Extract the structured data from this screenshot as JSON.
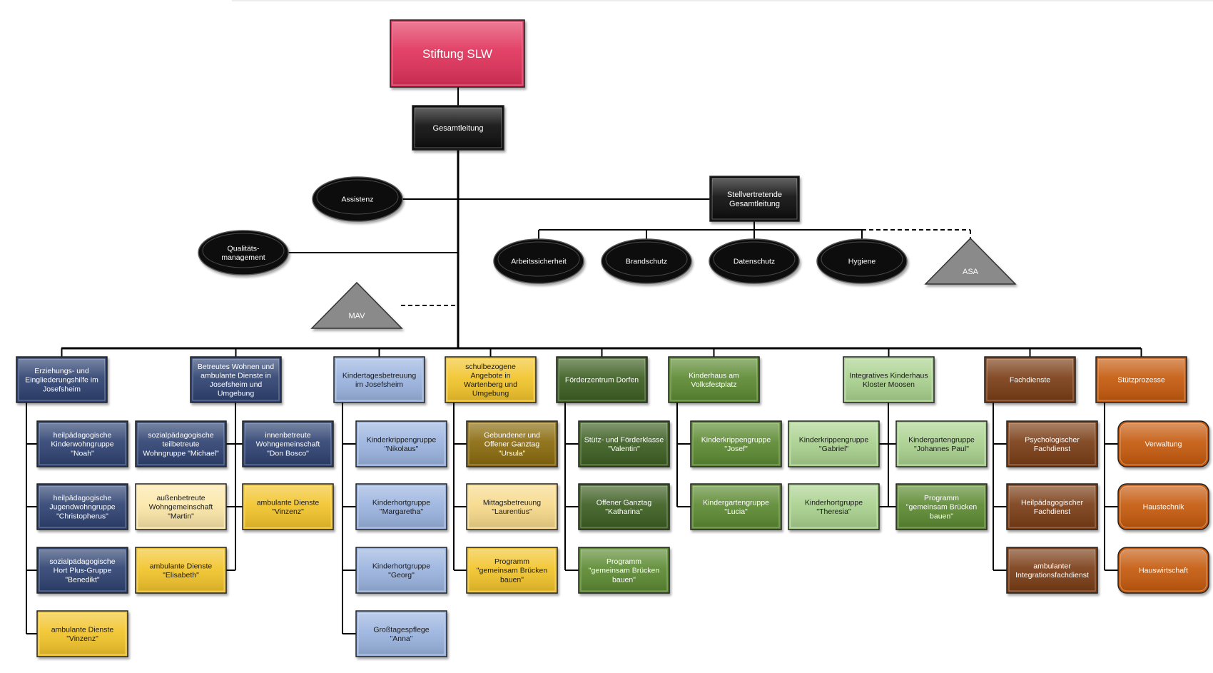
{
  "title": "Stiftung SLW",
  "colors": {
    "root": "#e0335a",
    "black": "#0a0a0a",
    "gray": "#8a8a8a",
    "navy": "#2e4371",
    "blue_light": "#9ab3df",
    "yellow": "#f2c42a",
    "olive": "#8a6a10",
    "yellow_light": "#f7d98a",
    "yellow_pale": "#fbe7a8",
    "green_dark": "#3d5e23",
    "green_mid": "#5c8a32",
    "green_light": "#a9d18e",
    "brown": "#7a3e12",
    "orange": "#c55a11"
  },
  "root": {
    "label": "Stiftung SLW"
  },
  "leitung": {
    "label": "Gesamtleitung"
  },
  "assistenz": {
    "label": "Assistenz"
  },
  "qualitaet": {
    "label": "Qualitäts-\nmanagement"
  },
  "mav": {
    "label": "MAV"
  },
  "stellv": {
    "label": "Stellvertretende\nGesamtleitung"
  },
  "stellv_children": [
    "Arbeitssicherheit",
    "Brandschutz",
    "Datenschutz",
    "Hygiene"
  ],
  "asa": {
    "label": "ASA"
  },
  "departments": [
    {
      "label": "Erziehungs- und\nEingliederungshilfe im\nJosefsheim",
      "color": "navy"
    },
    {
      "label": "Betreutes Wohnen und\nambulante Dienste in\nJosefsheim und\nUmgebung",
      "color": "navy"
    },
    {
      "label": "Kindertagesbetreuung\nim Josefsheim",
      "color": "blue_light"
    },
    {
      "label": "schulbezogene\nAngebote in\nWartenberg und\nUmgebung",
      "color": "yellow"
    },
    {
      "label": "Förderzentrum Dorfen",
      "color": "green_dark"
    },
    {
      "label": "Kinderhaus am\nVolksfestplatz",
      "color": "green_mid"
    },
    {
      "label": "Integratives Kinderhaus\nKloster Moosen",
      "color": "green_light"
    },
    {
      "label": "Fachdienste",
      "color": "brown"
    },
    {
      "label": "Stützprozesse",
      "color": "orange"
    }
  ],
  "units": {
    "d1": [
      {
        "label": "heilpädagogische\nKinderwohngruppe\n\"Noah\"",
        "color": "navy"
      },
      {
        "label": "heilpädagogische\nJugendwohngruppe\n\"Christopherus\"",
        "color": "navy"
      },
      {
        "label": "sozialpädagogische\nHort Plus-Gruppe\n\"Benedikt\"",
        "color": "navy"
      },
      {
        "label": "ambulante Dienste\n\"Vinzenz\"",
        "color": "yellow"
      }
    ],
    "d2_left": [
      {
        "label": "sozialpädagogische\nteilbetreute\nWohngruppe \"Michael\"",
        "color": "navy"
      },
      {
        "label": "außenbetreute\nWohngemeinschaft\n\"Martin\"",
        "color": "yellow_pale"
      },
      {
        "label": "ambulante Dienste\n\"Elisabeth\"",
        "color": "yellow"
      }
    ],
    "d2_right": [
      {
        "label": "innenbetreute\nWohngemeinschaft\n\"Don Bosco\"",
        "color": "navy"
      },
      {
        "label": "ambulante Dienste\n\"Vinzenz\"",
        "color": "yellow"
      }
    ],
    "d3": [
      {
        "label": "Kinderkrippengruppe\n\"Nikolaus\"",
        "color": "blue_light"
      },
      {
        "label": "Kinderhortgruppe\n\"Margaretha\"",
        "color": "blue_light"
      },
      {
        "label": "Kinderhortgruppe\n\"Georg\"",
        "color": "blue_light"
      },
      {
        "label": "Großtagespflege\n\"Anna\"",
        "color": "blue_light"
      }
    ],
    "d4": [
      {
        "label": "Gebundener und\nOffener Ganztag\n\"Ursula\"",
        "color": "olive"
      },
      {
        "label": "Mittagsbetreuung\n\"Laurentius\"",
        "color": "yellow_light"
      },
      {
        "label": "Programm\n\"gemeinsam Brücken\nbauen\"",
        "color": "yellow"
      }
    ],
    "d5": [
      {
        "label": "Stütz- und Förderklasse\n\"Valentin\"",
        "color": "green_dark"
      },
      {
        "label": "Offener Ganztag\n\"Katharina\"",
        "color": "green_dark"
      },
      {
        "label": "Programm\n\"gemeinsam Brücken\nbauen\"",
        "color": "green_mid"
      }
    ],
    "d6": [
      {
        "label": "Kinderkrippengruppe\n\"Josef\"",
        "color": "green_mid"
      },
      {
        "label": "Kindergartengruppe\n\"Lucia\"",
        "color": "green_mid"
      }
    ],
    "d7_left": [
      {
        "label": "Kinderkrippengruppe\n\"Gabriel\"",
        "color": "green_light"
      },
      {
        "label": "Kinderhortgruppe\n\"Theresia\"",
        "color": "green_light"
      }
    ],
    "d7_right": [
      {
        "label": "Kindergartengruppe\n\"Johannes Paul\"",
        "color": "green_light"
      },
      {
        "label": "Programm\n\"gemeinsam Brücken\nbauen\"",
        "color": "green_mid"
      }
    ],
    "d8": [
      {
        "label": "Psychologischer\nFachdienst",
        "color": "brown"
      },
      {
        "label": "Heilpädagogischer\nFachdienst",
        "color": "brown"
      },
      {
        "label": "ambulanter\nIntegrationsfachdienst",
        "color": "brown"
      }
    ],
    "d9": [
      {
        "label": "Verwaltung",
        "color": "orange"
      },
      {
        "label": "Haustechnik",
        "color": "orange"
      },
      {
        "label": "Hauswirtschaft",
        "color": "orange"
      }
    ]
  }
}
